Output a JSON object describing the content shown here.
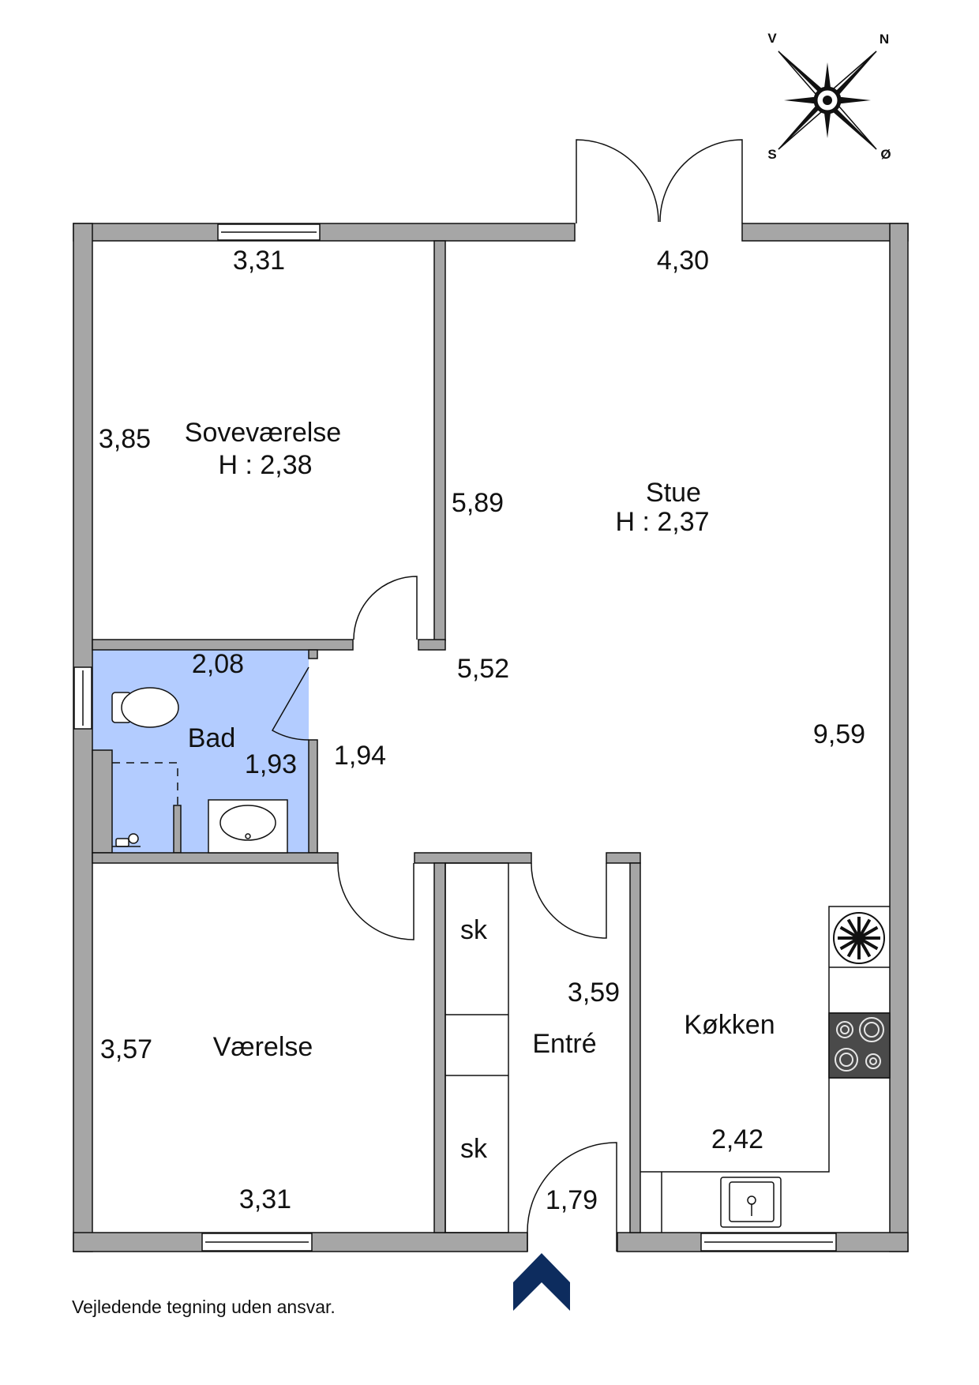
{
  "colors": {
    "wall": "#a6a6a6",
    "wall_outline": "#111111",
    "bathroom": "#b3ccff",
    "entrance_arrow": "#0d2c5e"
  },
  "compass": {
    "north": "N",
    "south": "S",
    "west": "V",
    "east": "Ø"
  },
  "rooms": {
    "sovevaerelse": {
      "name": "Soveværelse",
      "height": "H : 2,38",
      "width": "3,31",
      "depth": "3,85"
    },
    "stue": {
      "name": "Stue",
      "height": "H : 2,37",
      "top": "4,30",
      "left": "5,89",
      "middle": "5,52",
      "right": "9,59"
    },
    "bad": {
      "name": "Bad",
      "width": "2,08",
      "depth": "1,93"
    },
    "gang": {
      "width": "1,94"
    },
    "vaerelse": {
      "name": "Værelse",
      "width": "3,31",
      "depth": "3,57"
    },
    "entre": {
      "name": "Entré",
      "depth": "3,59",
      "width": "1,79"
    },
    "kokken": {
      "name": "Køkken",
      "width": "2,42"
    }
  },
  "closets": [
    "sk",
    "sk"
  ],
  "icons": {
    "compass": "compass-rose-icon",
    "entrance": "entrance-arrow-icon",
    "toilet": "toilet-icon",
    "sink": "sink-icon",
    "stove": "stove-icon",
    "fan": "extractor-fan-icon",
    "tap": "tap-icon"
  },
  "disclaimer": "Vejledende tegning uden ansvar."
}
